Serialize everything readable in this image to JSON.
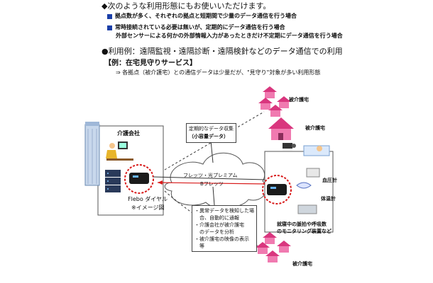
{
  "header": {
    "intro": "◆次のような利用形態にもお使いいただけます。",
    "point1": "拠点数が多く、それぞれの拠点と短期間で少量のデータ通信を行う場合",
    "point2_line1": "常時接続されている必要は無いが、定期的にデータ通信を行う場合",
    "point2_line2": "外部センサーによる何かの外部情報入力があったときだけ不定期にデータ通信を行う場合",
    "usage": "●利用例：遠隔監視・遠隔診断・遠隔検針などのデータ通信での利用",
    "example_title": "【例：在宅見守りサービス】",
    "example_note": "⇒ 各拠点（被介護宅）との通信データは少量だが、\"見守り\"対象が多い利用形態"
  },
  "diagram": {
    "care_company": "介護会社",
    "device_name": "Flebo ダイヤル",
    "device_note": "※イメージ図",
    "network_line1": "フレッツ・光プレミアム",
    "network_line2": "Bフレッツ",
    "periodic_line1": "定期的なデータ収集",
    "periodic_line2": "（小容量データ）",
    "home_top": "被介護宅",
    "home_main": "被介護宅",
    "home_bottom": "被介護宅",
    "bp_meter": "血圧計",
    "thermometer": "体温計",
    "sleep_monitor_line1": "就寝中の脈拍や呼吸数",
    "sleep_monitor_line2": "のモニタリング装置など",
    "notes": [
      "・異常データを検知した場",
      "　合、自動的に通報",
      "・介護会社が被介護宅",
      "　のデータを分析",
      "・被介護宅の映像の表示",
      "　等"
    ]
  },
  "colors": {
    "accent_blue": "#1a3fa8",
    "alert_red": "#d81b1b",
    "house_pink": "#f07ab0",
    "roof_pink": "#d9367e"
  }
}
